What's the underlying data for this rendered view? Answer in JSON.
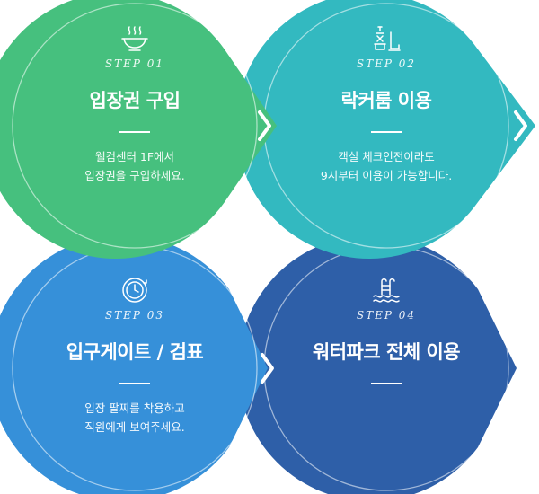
{
  "steps": [
    {
      "label": "STEP 01",
      "title": "입장권 구입",
      "desc_lines": [
        "웰컴센터 1F에서",
        "입장권을 구입하세요."
      ],
      "icon": "tea-bowl-icon",
      "color": "#46c07e"
    },
    {
      "label": "STEP 02",
      "title": "락커룸 이용",
      "desc_lines": [
        "객실 체크인전이라도",
        "9시부터 이용이 가능합니다."
      ],
      "icon": "shower-icon",
      "color": "#33b9c0"
    },
    {
      "label": "STEP 03",
      "title": "입구게이트 / 검표",
      "desc_lines": [
        "입장 팔찌를 착용하고",
        "직원에게 보여주세요."
      ],
      "icon": "clock-icon",
      "color": "#3690d9"
    },
    {
      "label": "STEP 04",
      "title": "워터파크 전체 이용",
      "desc_lines": [],
      "icon": "pool-ladder-icon",
      "color": "#2e5fa8"
    }
  ]
}
